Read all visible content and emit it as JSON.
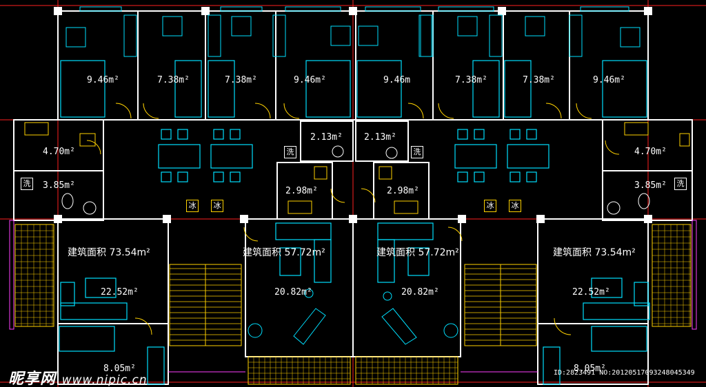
{
  "rooms": {
    "br1": "9.46m²",
    "br2": "7.38m²",
    "br3": "7.38m²",
    "br4": "9.46m²",
    "br5": "9.46m",
    "br6": "7.38m²",
    "br7": "7.38m²",
    "br8": "9.46m²",
    "kit_l": "4.70m²",
    "kit_r": "4.70m²",
    "bath_l": "3.85m²",
    "bath_r": "3.85m²",
    "wc_l": "2.13m²",
    "wc_r": "2.13m²",
    "kit2_l": "2.98m²",
    "kit2_r": "2.98m²",
    "liv_l": "22.52m²",
    "liv_r": "22.52m²",
    "liv2_l": "20.82m²",
    "liv2_r": "20.82m²",
    "sb_l": "8.05m²",
    "sb_r": "8.05m²"
  },
  "areas": {
    "a1": "建筑面积  73.54m²",
    "a2": "建筑面积  57.72m²",
    "a3": "建筑面积  57.72m²",
    "a4": "建筑面积  73.54m²"
  },
  "fixtures": {
    "wash": "洗",
    "fridge": "冰"
  },
  "watermark": {
    "brand": "昵享网",
    "url": "www.nipic.cn",
    "id": "ID:2823491 NO:20120517093248045349"
  },
  "colors": {
    "wall": "#ffffff",
    "line": "#00e0ff",
    "dim": "#ff2020",
    "accent": "#ffd200",
    "furniture": "#00c8ff",
    "window": "#ff40ff"
  }
}
